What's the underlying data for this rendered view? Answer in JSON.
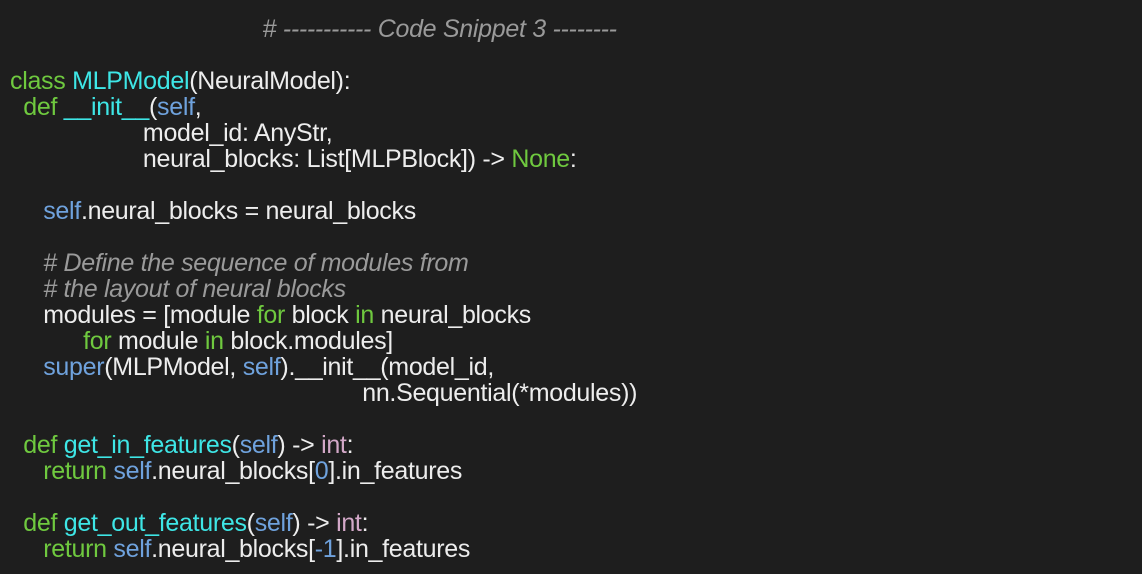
{
  "colors": {
    "background": "#1e1e1e",
    "plain": "#ededed",
    "comment": "#9a9a9a",
    "keyword": "#6fc93f",
    "function_name": "#3ee6e6",
    "self": "#6fa2dd",
    "builtin_type": "#d3a8c8"
  },
  "code": {
    "lines": [
      [
        {
          "t": "                                      # ----------- Code Snippet 3 --------",
          "c": "c"
        }
      ],
      [],
      [
        {
          "t": "class ",
          "c": "k"
        },
        {
          "t": "MLPModel",
          "c": "f"
        },
        {
          "t": "(NeuralModel):",
          "c": "o"
        }
      ],
      [
        {
          "t": "  def ",
          "c": "k"
        },
        {
          "t": "__init__",
          "c": "f"
        },
        {
          "t": "(",
          "c": "o"
        },
        {
          "t": "self",
          "c": "s"
        },
        {
          "t": ",",
          "c": "o"
        }
      ],
      [
        {
          "t": "                    model_id: AnyStr,",
          "c": "o"
        }
      ],
      [
        {
          "t": "                    neural_blocks: List[MLPBlock]) -> ",
          "c": "o"
        },
        {
          "t": "None",
          "c": "k"
        },
        {
          "t": ":",
          "c": "o"
        }
      ],
      [],
      [
        {
          "t": "     ",
          "c": "o"
        },
        {
          "t": "self",
          "c": "s"
        },
        {
          "t": ".neural_blocks = neural_blocks",
          "c": "o"
        }
      ],
      [],
      [
        {
          "t": "     # Define the sequence of modules from",
          "c": "c"
        }
      ],
      [
        {
          "t": "     # the layout of neural blocks",
          "c": "c"
        }
      ],
      [
        {
          "t": "     modules = [module ",
          "c": "o"
        },
        {
          "t": "for",
          "c": "k"
        },
        {
          "t": " block ",
          "c": "o"
        },
        {
          "t": "in",
          "c": "k"
        },
        {
          "t": " neural_blocks",
          "c": "o"
        }
      ],
      [
        {
          "t": "           ",
          "c": "o"
        },
        {
          "t": "for",
          "c": "k"
        },
        {
          "t": " module ",
          "c": "o"
        },
        {
          "t": "in",
          "c": "k"
        },
        {
          "t": " block.modules]",
          "c": "o"
        }
      ],
      [
        {
          "t": "     ",
          "c": "o"
        },
        {
          "t": "super",
          "c": "s"
        },
        {
          "t": "(MLPModel, ",
          "c": "o"
        },
        {
          "t": "self",
          "c": "s"
        },
        {
          "t": ").__init__(model_id,",
          "c": "o"
        }
      ],
      [
        {
          "t": "                                                     nn.Sequential(*modules))",
          "c": "o"
        }
      ],
      [],
      [
        {
          "t": "  def ",
          "c": "k"
        },
        {
          "t": "get_in_features",
          "c": "f"
        },
        {
          "t": "(",
          "c": "o"
        },
        {
          "t": "self",
          "c": "s"
        },
        {
          "t": ") -> ",
          "c": "o"
        },
        {
          "t": "int",
          "c": "t"
        },
        {
          "t": ":",
          "c": "o"
        }
      ],
      [
        {
          "t": "     ",
          "c": "o"
        },
        {
          "t": "return ",
          "c": "k"
        },
        {
          "t": "self",
          "c": "s"
        },
        {
          "t": ".neural_blocks[",
          "c": "o"
        },
        {
          "t": "0",
          "c": "s"
        },
        {
          "t": "].in_features",
          "c": "o"
        }
      ],
      [],
      [
        {
          "t": "  def ",
          "c": "k"
        },
        {
          "t": "get_out_features",
          "c": "f"
        },
        {
          "t": "(",
          "c": "o"
        },
        {
          "t": "self",
          "c": "s"
        },
        {
          "t": ") -> ",
          "c": "o"
        },
        {
          "t": "int",
          "c": "t"
        },
        {
          "t": ":",
          "c": "o"
        }
      ],
      [
        {
          "t": "     ",
          "c": "o"
        },
        {
          "t": "return ",
          "c": "k"
        },
        {
          "t": "self",
          "c": "s"
        },
        {
          "t": ".neural_blocks[",
          "c": "o"
        },
        {
          "t": "-1",
          "c": "s"
        },
        {
          "t": "].in_features",
          "c": "o"
        }
      ]
    ]
  }
}
